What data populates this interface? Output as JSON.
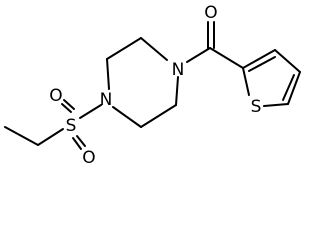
{
  "molecule": {
    "atoms": {
      "nitrogen_right": "N",
      "nitrogen_left": "N",
      "carbonyl_oxygen": "O",
      "sulfonyl_sulfur": "S",
      "sulfonyl_oxygen_top": "O",
      "sulfonyl_oxygen_bottom": "O",
      "thiophene_sulfur": "S"
    }
  }
}
